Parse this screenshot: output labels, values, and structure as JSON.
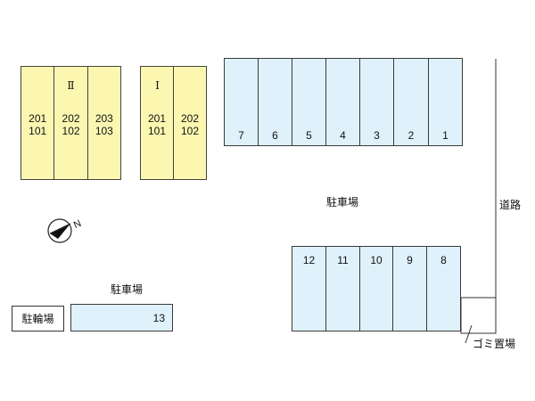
{
  "buildings": {
    "building_2": {
      "label": "Ⅱ",
      "columns": [
        {
          "upper": "201",
          "lower": "101"
        },
        {
          "upper": "202",
          "lower": "102"
        },
        {
          "upper": "203",
          "lower": "103"
        }
      ]
    },
    "building_1": {
      "label": "Ⅰ",
      "columns": [
        {
          "upper": "201",
          "lower": "101"
        },
        {
          "upper": "202",
          "lower": "102"
        }
      ]
    }
  },
  "parking": {
    "top_row": [
      "7",
      "6",
      "5",
      "4",
      "3",
      "2",
      "1"
    ],
    "bottom_row": [
      "12",
      "11",
      "10",
      "9",
      "8"
    ],
    "single_slot": "13"
  },
  "labels": {
    "parking_main": "駐車場",
    "parking_left": "駐車場",
    "bicycle_parking": "駐輪場",
    "road": "道路",
    "garbage": "ゴミ置場",
    "north_marker": "N"
  },
  "icons": {
    "compass": "north-arrow-icon"
  }
}
